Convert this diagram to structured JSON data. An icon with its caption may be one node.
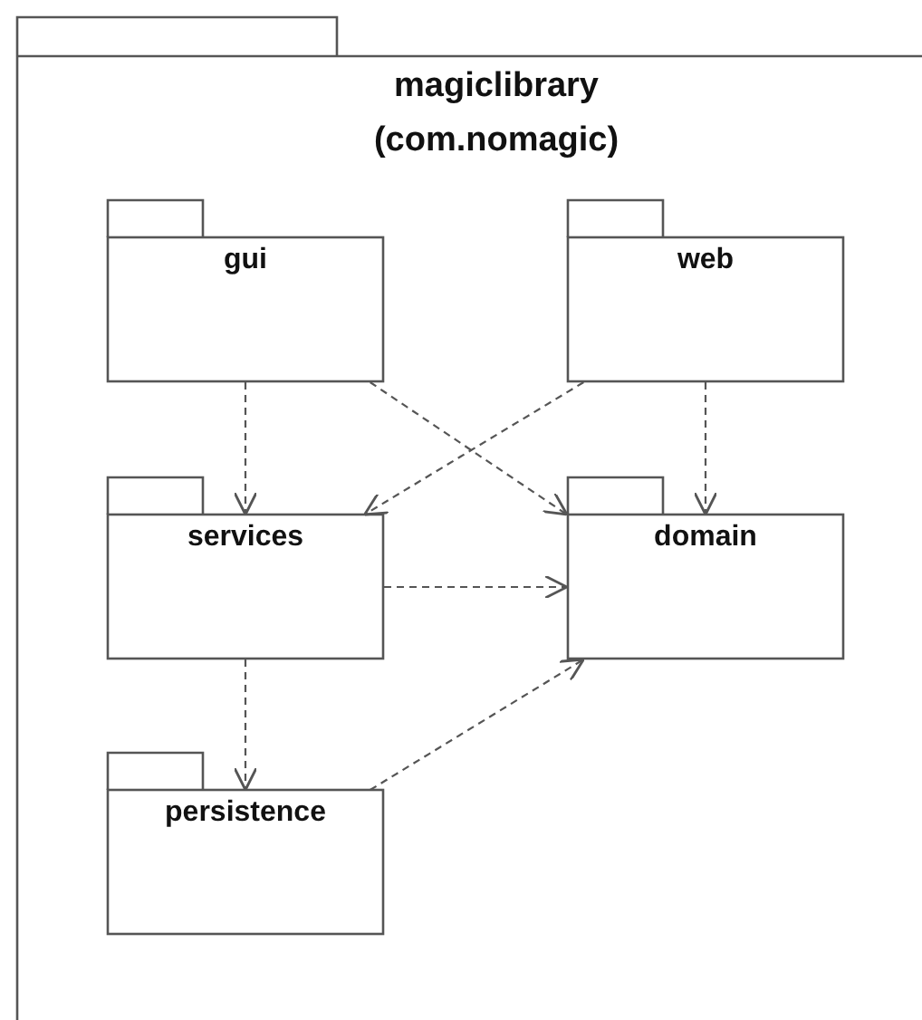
{
  "diagram": {
    "nodes": [
      {
        "text": [
          "magiclibrary (com.nomagic)"
        ]
      },
      {
        "text": [
          "gui"
        ],
        "in": 0
      },
      {
        "text": [
          "web"
        ],
        "in": 0
      },
      {
        "text": [
          "services"
        ],
        "in": 0
      },
      {
        "text": [
          "domain"
        ],
        "in": 0
      },
      {
        "text": [
          "persistence"
        ],
        "in": 0
      }
    ],
    "edges": [
      {
        "from": 1,
        "to": 3,
        "arrow": "to",
        "style": "dashed"
      },
      {
        "from": 1,
        "to": 4,
        "arrow": "to",
        "style": "dashed"
      },
      {
        "from": 2,
        "to": 3,
        "arrow": "to",
        "style": "dashed"
      },
      {
        "from": 2,
        "to": 4,
        "arrow": "to",
        "style": "dashed"
      },
      {
        "from": 3,
        "to": 4,
        "arrow": "to",
        "style": "dashed"
      },
      {
        "from": 3,
        "to": 5,
        "arrow": "to",
        "style": "dashed"
      },
      {
        "from": 5,
        "to": 4,
        "arrow": "to",
        "style": "dashed"
      }
    ]
  }
}
